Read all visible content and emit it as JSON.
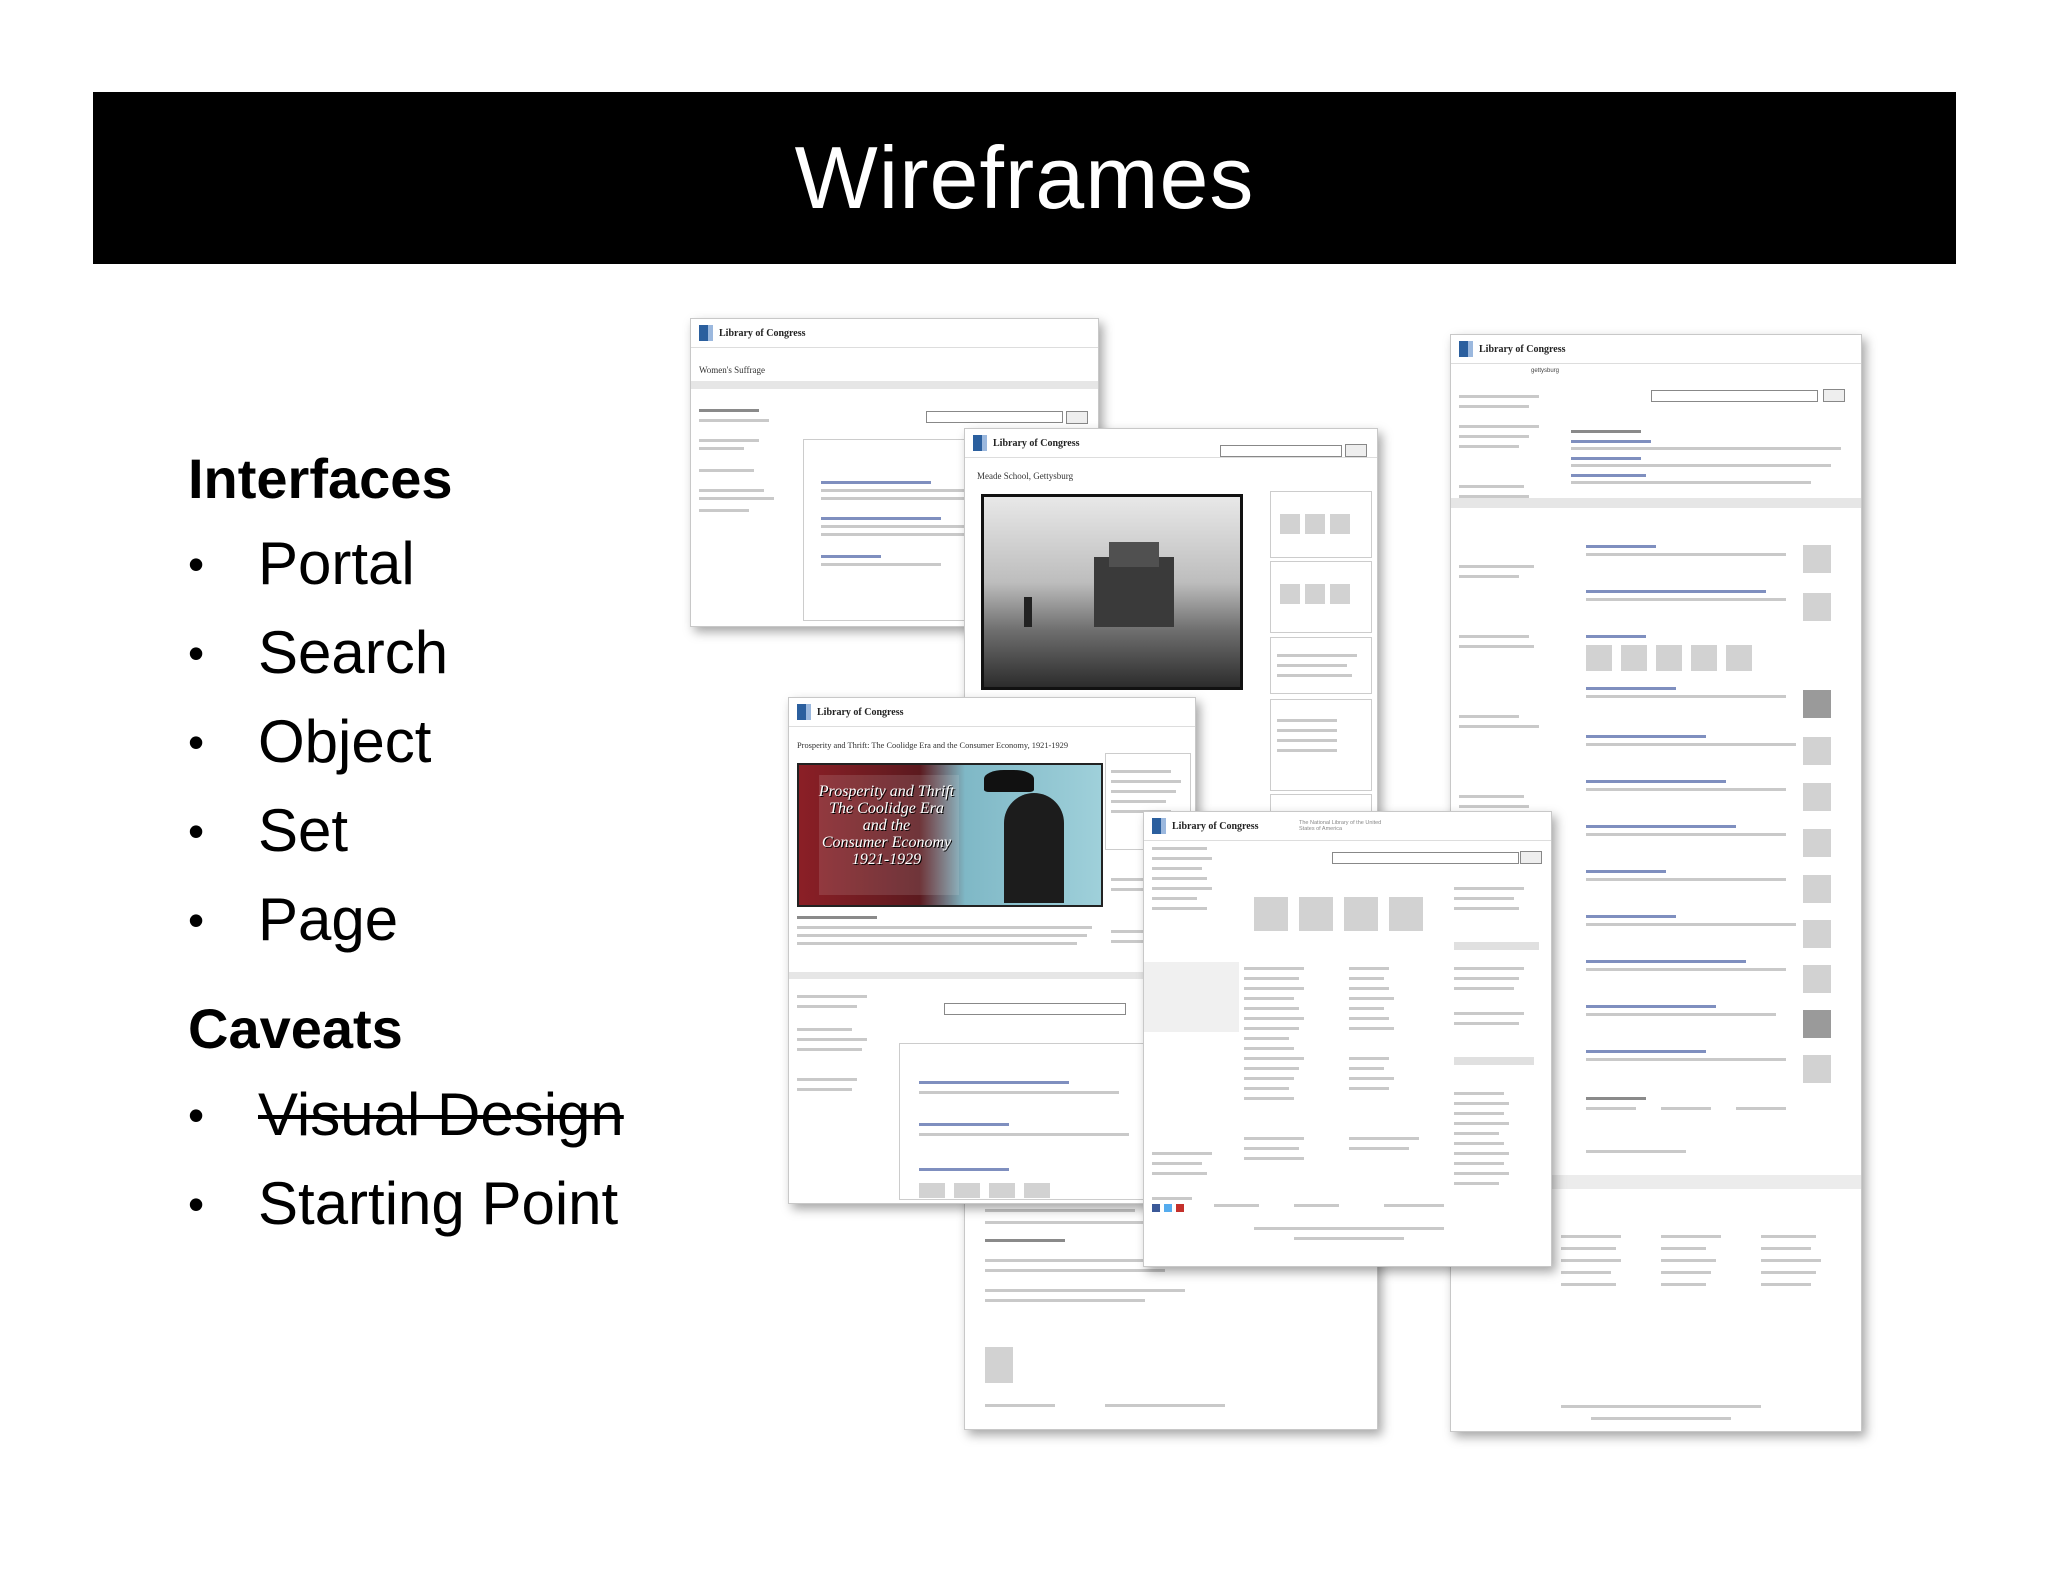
{
  "slide": {
    "title": "Wireframes"
  },
  "interfaces": {
    "heading": "Interfaces",
    "items": [
      "Portal",
      "Search",
      "Object",
      "Set",
      "Page"
    ]
  },
  "caveats": {
    "heading": "Caveats",
    "items": [
      {
        "label": "Visual Design",
        "struck": true
      },
      {
        "label": "Starting Point",
        "struck": false
      }
    ]
  },
  "wireframes": {
    "brand": "Library of Congress",
    "set_title": "Women's Suffrage",
    "object_title": "Meade School, Gettysburg",
    "collection_title": "Prosperity and Thrift: The Coolidge Era and the Consumer Economy, 1921-1929",
    "collection_image_text": [
      "Prosperity and Thrift",
      "The Coolidge Era",
      "and the",
      "Consumer Economy",
      "1921-1929"
    ],
    "portal_tagline": "The National Library of the United States of America",
    "search_query": "gettysburg"
  },
  "colors": {
    "title_bar": "#000000",
    "title_text": "#ffffff",
    "logo_blue": "#2b5f9e"
  }
}
